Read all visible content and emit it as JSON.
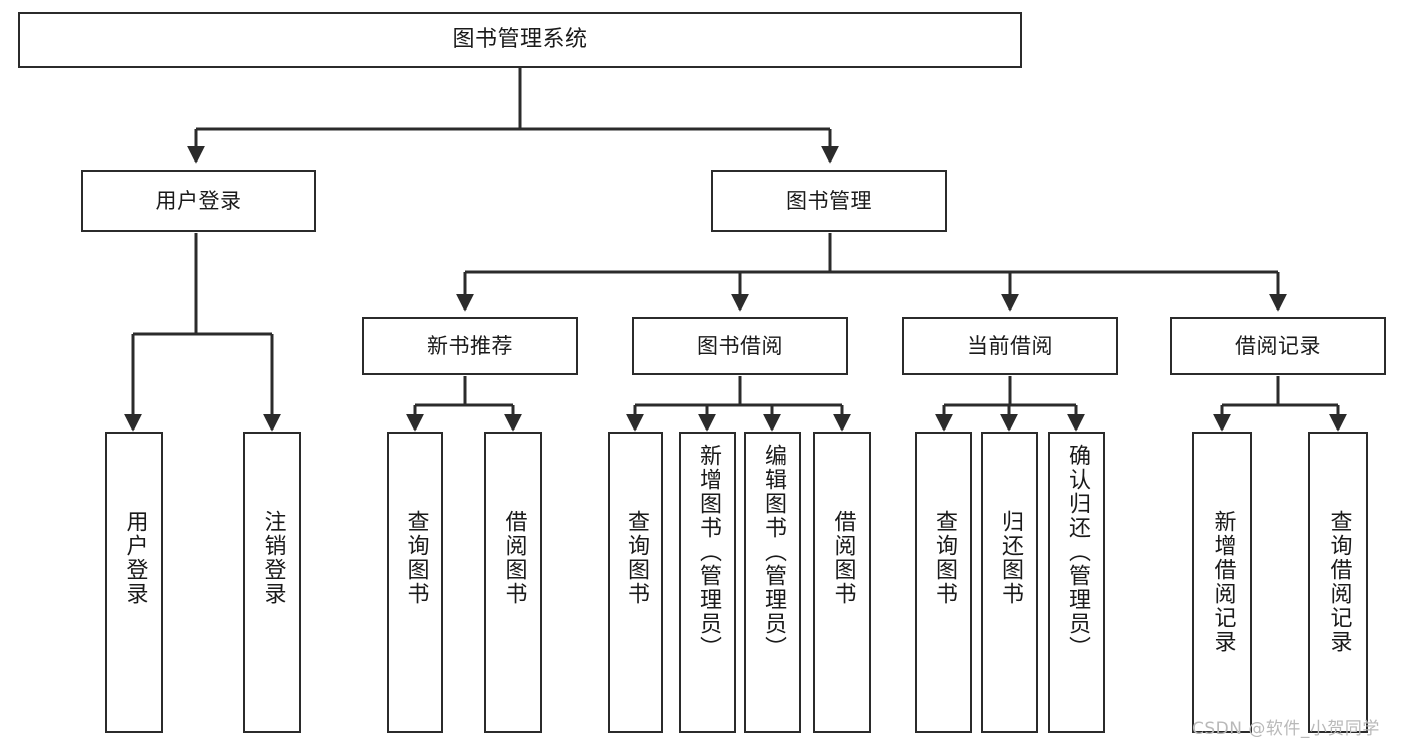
{
  "diagram": {
    "title": "图书管理系统",
    "type": "function-structure-tree",
    "orientation": "top-down",
    "line_color": "#2b2b2b",
    "box_fill": "#ffffff",
    "text_color": "#1a1a1a"
  },
  "nodes": {
    "root": {
      "label": "图书管理系统"
    },
    "level2": [
      {
        "id": "user-login",
        "label": "用户登录"
      },
      {
        "id": "book-manage",
        "label": "图书管理"
      }
    ],
    "level3": [
      {
        "id": "new-book-recommend",
        "label": "新书推荐"
      },
      {
        "id": "book-borrow",
        "label": "图书借阅"
      },
      {
        "id": "current-borrow",
        "label": "当前借阅"
      },
      {
        "id": "borrow-record",
        "label": "借阅记录"
      }
    ],
    "leaves": {
      "user_login": [
        {
          "id": "leaf-user-login",
          "label": "用户登录"
        },
        {
          "id": "leaf-logout",
          "label": "注销登录"
        }
      ],
      "new_book_recommend": [
        {
          "id": "leaf-query-book-1",
          "label": "查询图书"
        },
        {
          "id": "leaf-borrow-book-1",
          "label": "借阅图书"
        }
      ],
      "book_borrow": [
        {
          "id": "leaf-query-book-2",
          "label": "查询图书"
        },
        {
          "id": "leaf-add-book",
          "label": "新增图书（管理员）"
        },
        {
          "id": "leaf-edit-book",
          "label": "编辑图书（管理员）"
        },
        {
          "id": "leaf-borrow-book-2",
          "label": "借阅图书"
        }
      ],
      "current_borrow": [
        {
          "id": "leaf-query-book-3",
          "label": "查询图书"
        },
        {
          "id": "leaf-return-book",
          "label": "归还图书"
        },
        {
          "id": "leaf-confirm-return",
          "label": "确认归还（管理员）"
        }
      ],
      "borrow_record": [
        {
          "id": "leaf-add-record",
          "label": "新增借阅记录"
        },
        {
          "id": "leaf-query-record",
          "label": "查询借阅记录"
        }
      ]
    }
  },
  "watermark": {
    "text": "CSDN @软件_小贺同学"
  }
}
